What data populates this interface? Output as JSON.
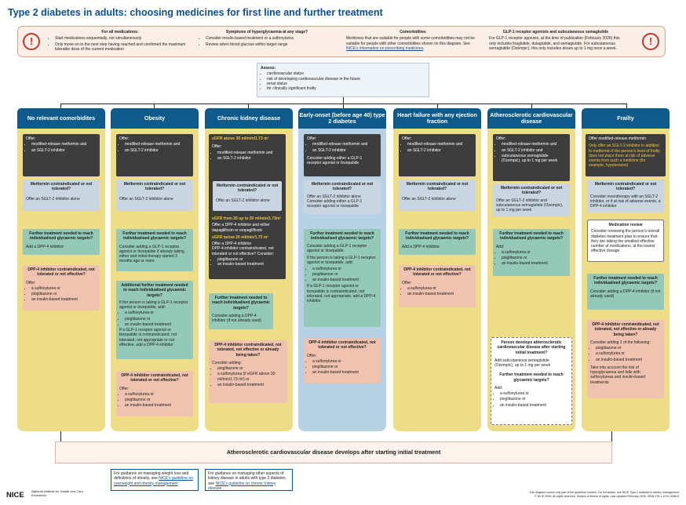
{
  "title": "Type 2 diabetes in adults: choosing medicines for first line and further treatment",
  "banner": {
    "all_medications": {
      "heading": "For all medications:",
      "items": [
        "Start medications sequentially, not simultaneously",
        "Only move on to the next step having reached and confirmed the maximum tolerable dose of the current medication"
      ]
    },
    "symptoms": {
      "heading": "Symptoms of hyperglycaemia at any stage?",
      "items": [
        "Consider insulin-based treatment or a sulfonylurea",
        "Review when blood glucose within target range"
      ]
    },
    "comorbidities": {
      "heading": "Comorbidities",
      "text": "Medicines that are suitable for people with some comorbidities may not be suitable for people with other comorbidities shown on this diagram. See",
      "link": "NICE's information on prescribing medicines",
      "tail": "."
    },
    "glp1": {
      "heading": "GLP-1 receptor agonists and subcutaneous semaglutide",
      "text": "For GLP-1 receptor agonists, at the time of publication (February 2026) this only includes liraglutide, dulaglutide, and semaglutide. For subcutaneous semaglutide (Ozempic), this only includes doses up to 1 mg once a week."
    }
  },
  "assess": {
    "heading": "Assess:",
    "items": [
      "cardiovascular status",
      "risk of developing cardiovascular disease in the future",
      "renal status",
      "for clinically significant frailty"
    ]
  },
  "columns": {
    "c1": {
      "header": "No relevant comorbidites",
      "offer_label": "Offer:",
      "offer_items": [
        "modified-release metformin and",
        "an SGLT-2 inhibitor"
      ],
      "contra_title": "Metformin contraindicated or not tolerated?",
      "contra_text": "Offer an SGLT-2 inhibitor alone",
      "further_title": "Further treatment needed to reach individualised glycaemic targets?",
      "further_text": "Add a DPP-4 inhibitor",
      "dpp_title": "DPP-4 inhibitor contraindicated, not tolerated or not effective?",
      "dpp_label": "Offer:",
      "dpp_items": [
        "a sulfonylurea or",
        "pioglitazone or",
        "an insulin-based treatment"
      ]
    },
    "c2": {
      "header": "Obesity",
      "offer_label": "Offer:",
      "offer_items": [
        "modified-release metformin and",
        "an SGLT-2 inhibitor"
      ],
      "contra_title": "Metformin contraindicated or not tolerated?",
      "contra_text": "Offer an SGLT-2 inhibitor alone",
      "further_title": "Further treatment needed to reach individualised glycaemic targets?",
      "further_text": "Consider adding a GLP-1 receptor agonist or tirzepatide if already taking either and initial therapy started 3 months ago or more",
      "add_title": "Additional further treatment needed to reach individualised glycaemic targets?",
      "add_text": "If the person is taking a GLP-1 receptor agonist or tirzepatide, add:",
      "add_items": [
        "a sulfonylurea or",
        "pioglitazone or",
        "an insulin-based treatment"
      ],
      "add_text2": "If a GLP-1 receptor agonist or tirzepatide is contraindicated, not tolerated, not appropriate or not effective, add a DPP-4 inhibitor",
      "dpp_title": "DPP-4 inhibitor contraindicated, not tolerated or not effective?",
      "dpp_label": "Offer:",
      "dpp_items": [
        "a sulfonylurea or",
        "pioglitazone or",
        "an insulin-based treatment"
      ]
    },
    "c3": {
      "header": "Chronic kidney disease",
      "egfr1": "eGFR above 30 ml/min/1.73 m²",
      "offer_label": "Offer:",
      "offer_items": [
        "modified-release metformin and",
        "an SGLT-2 inhibitor"
      ],
      "contra_title": "Metformin contraindicated or not tolerated?",
      "contra_text": "Offer an SGLT-2 inhibitor alone",
      "egfr2": "eGFR from 20 up to 30 ml/min/1.73m²",
      "egfr2_text": "Offer a DPP-4 inhibitor and either dapagliflozin or empagliflozin",
      "egfr3": "eGFR below 20 ml/min/1.73 m²",
      "egfr3_text": "Offer a DPP-4 inhibitor",
      "egfr3_text2": "DPP-4 inhibitor contraindicated, not tolerated or not effective? Consider:",
      "egfr3_items": [
        "pioglitazone or",
        "an insulin-based treatment"
      ],
      "further_title": "Further treatment needed to reach individualised glycaemic targets?",
      "further_text": "Consider adding a DPP-4 inhibitor (if not already used)",
      "dpp_title": "DPP-4 inhibitor contraindicated, not tolerated, not effective or already being taken?",
      "dpp_label": "Consider adding:",
      "dpp_items": [
        "pioglitazone or",
        "a sulfonylurea (if eGFR above 30 ml/min/1.73 m²) or",
        "an insulin-based treatment"
      ]
    },
    "c4": {
      "header": "Early-onset (before age 40) type 2 diabetes",
      "offer_label": "Offer:",
      "offer_items": [
        "modified-release metformin and",
        "an SGLT-2 inhibitor"
      ],
      "offer_text2": "Consider adding either a GLP-1 receptor agonist or tirzepatide",
      "contra_title": "Metformin contraindicated or not tolerated?",
      "contra_text": "Offer an SGLT-2 inhibitor alone",
      "contra_text2": "Consider adding either a GLP-1 receptor agonist or tirzepatide",
      "further_title": "Further treatment needed to reach individualised glycaemic targets?",
      "further_text": "Consider adding a GLP-1 receptor agonist or tirzepatide.",
      "further_text2": "If the person is taking a GLP-1 receptor agonist or tirzepatide, add:",
      "further_items": [
        "a sulfonylurea or",
        "pioglitazone or",
        "an insulin-based treatment"
      ],
      "further_text3": "If a GLP-1 receptor agonist or tirzepatide is contraindicated, not tolerated, not appropriate, add a DPP-4 inhibitor",
      "dpp_title": "DPP-4 inhibitor contraindicated, not tolerated or not effective?",
      "dpp_label": "Offer:",
      "dpp_items": [
        "a sulfonylurea or",
        "pioglitazone or",
        "an insulin-based treatment"
      ]
    },
    "c5": {
      "header": "Heart failure with any ejection fraction",
      "offer_label": "Offer:",
      "offer_items": [
        "modified-release metformin and",
        "an SGLT-2 inhibitor"
      ],
      "contra_title": "Metformin contraindicated or not tolerated?",
      "contra_text": "Offer an SGLT-2 inhibitor alone",
      "further_title": "Further treatment needed to reach individualised glycaemic targets?",
      "further_text": "Add a DPP-4 inhibitor",
      "dpp_title": "DPP-4 inhibitor contraindicated, not tolerated or not effective?",
      "dpp_label": "Offer:",
      "dpp_items": [
        "a sulfonylurea or",
        "an insulin-based treatment"
      ]
    },
    "c6": {
      "header": "Atherosclerotic cardiovascular disease",
      "offer_label": "Offer:",
      "offer_items": [
        "modified-release metformin and",
        "an SGLT-2 inhibitor and",
        "subcutaneous semaglutide (Ozempic), up to 1 mg per week"
      ],
      "contra_title": "Metformin contraindicated or not tolerated?",
      "contra_text": "Offer an SGLT-2 inhibitor and subcutaneous semaglutide (Ozempic), up to 1 mg per week",
      "further_title": "Further treatment needed to reach individualised glycaemic targets?",
      "further_label": "Add:",
      "further_items": [
        "a sulfonylurea or",
        "pioglitazone or",
        "an insulin-based treatment"
      ],
      "develop_title": "Person develops atherosclerotic cardiovascular disease after starting initial treatment?",
      "develop_text": "Add subcutaneous semaglutide (Ozempic), up to 1 mg per week",
      "develop_further": "Further treatment needed to reach glycaemic targets?",
      "develop_label": "Add:",
      "develop_items": [
        "a sulfonylurea or",
        "pioglitazone or",
        "an insulin-based treatment"
      ]
    },
    "c7": {
      "header": "Frailty",
      "offer_text": "Offer modified-release metformin",
      "offer_yellow": "Only offer an SGLT-2 inhibitor in addition to metformin if the person's level of frailty does not place them at risk of adverse events from such a medicine (for example, hypotension)",
      "contra_title": "Metformin contraindicated or not tolerated?",
      "contra_text": "Consider monotherapy with an SGLT-2 inhibitor, or if at risk of adverse events, a DPP-4 inhibitor",
      "review_title": "Medication review",
      "review_text": "Consider reviewing the person's overall diabetes treatment plan to ensure that they are taking the smallest effective number of medications, at the lowest effective dosage",
      "further_title": "Further treatment needed to reach individualised glycaemic targets?",
      "further_text": "Consider adding a DPP-4 inhibitor (if not already used)",
      "dpp_title": "DPP-4 inhibitor contraindicated, not tolerated, not effective or already being taken?",
      "dpp_label": "Consider adding 1 of the following:",
      "dpp_items": [
        "pioglitazone or",
        "a sulfonylurea or",
        "an insulin-based treatment"
      ],
      "dpp_text2": "Take into account the risk of hypoglycaemia and falls with sulfonylureas and insulin-based treatments"
    }
  },
  "bottom_line": "Atherosclerotic cardiovascular disease develops after starting initial treatment",
  "guidance1": {
    "text": "For guidance on managing weight loss and definitions of obesity, see",
    "link": "NICE's guideline on overweight and obesity management"
  },
  "guidance2": {
    "text": "For guidance on managing other aspects of kidney disease in adults with type 2 diabetes, see",
    "link": "NICE's guideline on chronic kidney disease"
  },
  "nice_logo": "NICE",
  "nice_sub": "National Institute for Health and Care Excellence",
  "footer": {
    "line1": "This diagram covers only part of the guideline content. For full details, see NICE Type 2 diabetes in adults: management.",
    "line2": "© NICE 2026. All rights reserved. Subject to Notice of rights. Last updated February 2026. ISBN 978-1-4731-9285-0."
  },
  "colors": {
    "title_blue": "#0b4f8f",
    "column_yellow": "#eedd86",
    "column_blue": "#b7d1e4",
    "header_blue": "#0e5a8a",
    "dark_box": "#3d3d3d",
    "green_box": "#93c9b6",
    "pink_box": "#efc3b0",
    "alert_red": "#c0392b"
  },
  "icons": {
    "alert": "exclamation-circle-icon"
  }
}
